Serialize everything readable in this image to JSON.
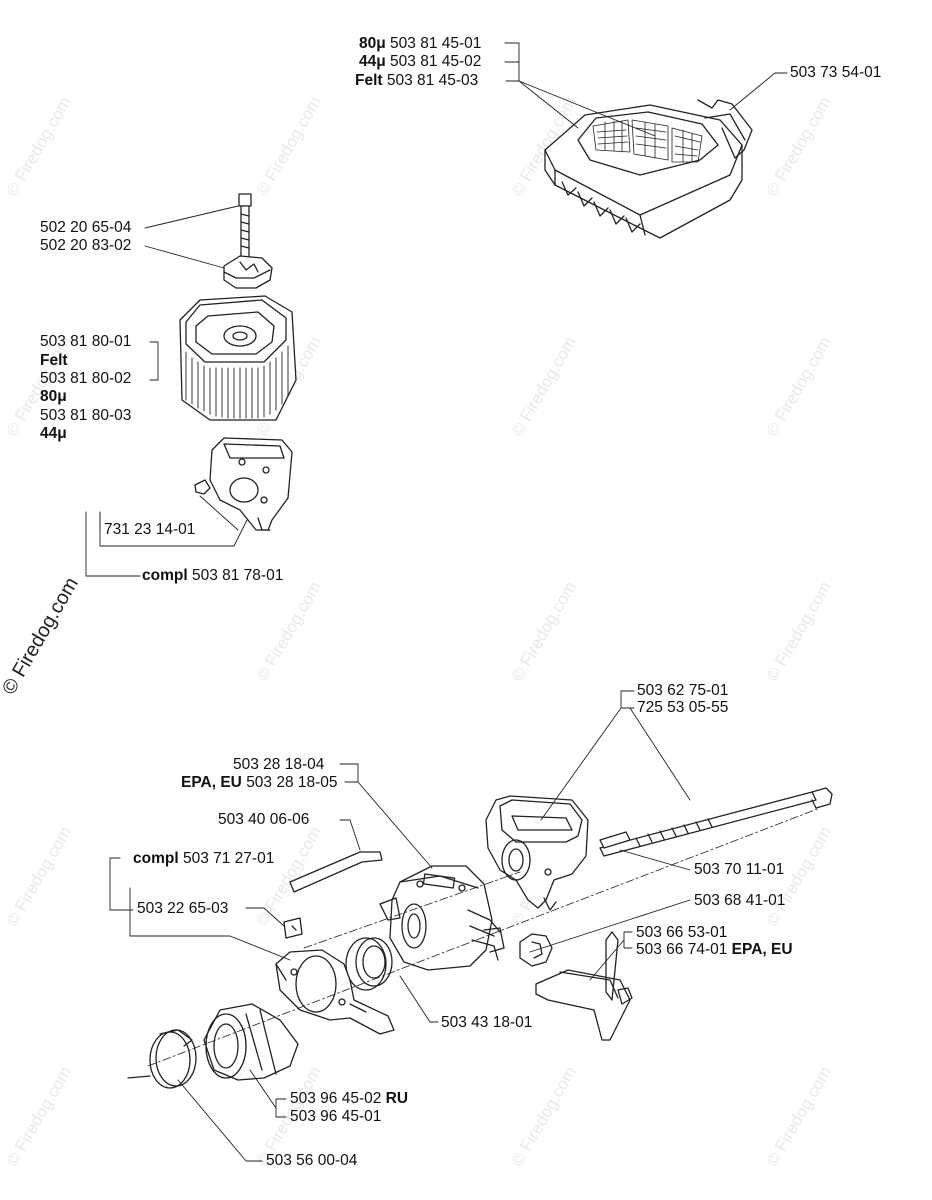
{
  "watermark": {
    "small": "© Firedog.com",
    "big": "© Firedog.com"
  },
  "labels": {
    "p80_suffix": "80μ",
    "p80_num": "503 81 45-01",
    "p44_suffix": "44μ",
    "p44_num": "503 81 45-02",
    "pfelt_suffix": "Felt",
    "pfelt_num": "503 81 45-03",
    "cover_num": "503 73 54-01",
    "bolt": "502 20 65-04",
    "nut": "502 20 83-02",
    "filter1": "503 81 80-01",
    "filter1_note": "Felt",
    "filter2": "503 81 80-02",
    "filter2_note": "80μ",
    "filter3": "503 81 80-03",
    "filter3_note": "44μ",
    "nut2": "731 23 14-01",
    "compl_word": "compl",
    "compl_num": "503 81 78-01",
    "carb1": "503 62 75-01",
    "carb2": "725 53 05-55",
    "carbA": "503 28 18-04",
    "carbB_prefix": "EPA, EU",
    "carbB_num": "503 28 18-05",
    "hose": "503 40 06-06",
    "compl2_word": "compl",
    "compl2_num": "503 71 27-01",
    "grom": "503 22 65-03",
    "ring": "503 43 18-01",
    "pin": "503 70 11-01",
    "clip": "503 68 41-01",
    "choke1": "503 66 53-01",
    "choke2_num": "503 66 74-01",
    "choke2_suffix": "EPA, EU",
    "intake1_num": "503 96 45-02",
    "intake1_suffix": "RU",
    "intake2": "503 96 45-01",
    "clamp": "503 56 00-04"
  }
}
